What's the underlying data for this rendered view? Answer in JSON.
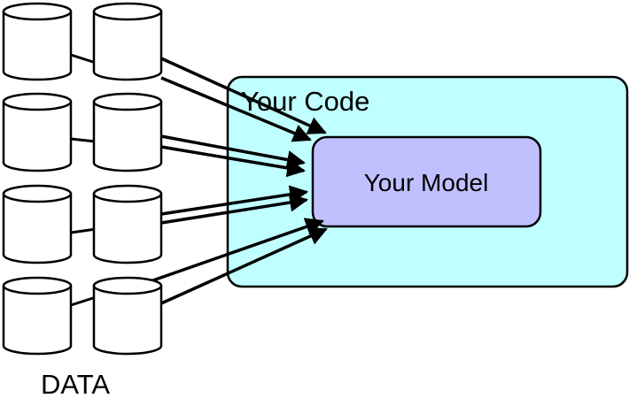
{
  "diagram": {
    "code_box_label": "Your Code",
    "model_box_label": "Your Model",
    "data_label": "DATA"
  },
  "colors": {
    "code_box_fill": "#c0ffff",
    "model_box_fill": "#c0c0ff",
    "cylinder_fill": "#ffffff",
    "stroke": "#000000"
  },
  "icons": {
    "database": "database-cylinder-icon",
    "arrow": "arrow-right-icon"
  }
}
